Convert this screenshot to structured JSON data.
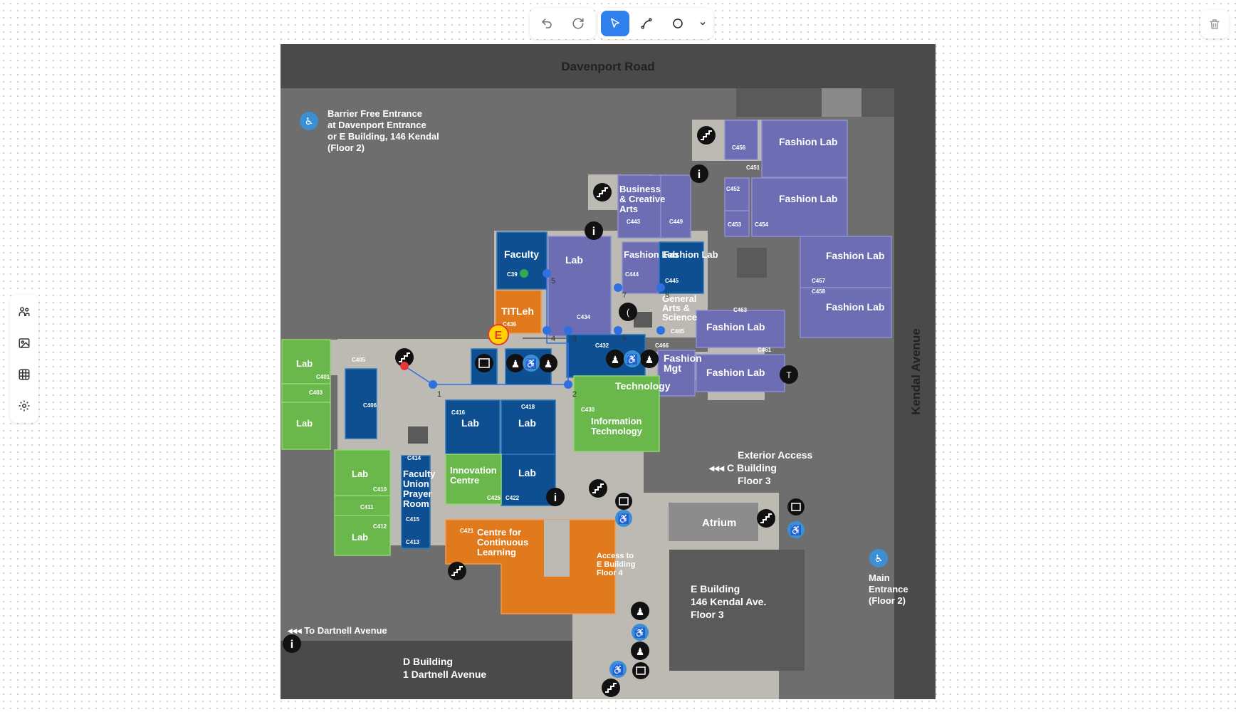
{
  "toolbar": {
    "undo": "undo-icon",
    "redo": "redo-icon",
    "select": "pointer-icon",
    "path": "path-icon",
    "shape": "circle-icon",
    "dropdown": "chevron-down-icon",
    "trash": "trash-icon"
  },
  "sidebar": {
    "items": [
      "people-icon",
      "image-icon",
      "grid-icon",
      "settings-icon"
    ]
  },
  "colors": {
    "accent": "#2f80ed",
    "fashion": "#6c6db3",
    "lab_blue": "#0d4f91",
    "lab_green": "#6ab84b",
    "orange": "#e07a1d",
    "corridor": "#bdbab4",
    "exterior": "#6e6e6e",
    "road": "#4a4a4a"
  },
  "map": {
    "road_top": "Davenport Road",
    "road_right": "Kendal Avenue",
    "barrier_free": [
      "Barrier Free Entrance",
      "at Davenport Entrance",
      "or E Building, 146 Kendal",
      "(Floor 2)"
    ],
    "exterior_access": [
      "Exterior Access",
      "C Building",
      "Floor 3"
    ],
    "access_e": [
      "Access to",
      "E Building",
      "Floor 4"
    ],
    "main_entrance": [
      "Main",
      "Entrance",
      "(Floor 2)"
    ],
    "to_dartnell": "To Dartnell Avenue",
    "d_building": [
      "D Building",
      "1 Dartnell Avenue"
    ],
    "e_building": [
      "E Building",
      "146 Kendal Ave.",
      "Floor 3"
    ],
    "atrium": "Atrium",
    "rooms": {
      "fashion_lab": "Fashion Lab",
      "faculty": "Faculty",
      "lab": "Lab",
      "titleh": "TITLeh",
      "business": [
        "Business",
        "& Creative",
        "Arts"
      ],
      "fashion_mgt": [
        "Fashion",
        "Mgt"
      ],
      "technology": "Technology",
      "general_arts": [
        "General",
        "Arts &",
        "Science"
      ],
      "info_tech": [
        "Information",
        "Technology"
      ],
      "innovation": [
        "Innovation",
        "Centre"
      ],
      "faculty_union": [
        "Faculty",
        "Union",
        "Prayer",
        "Room"
      ],
      "continuous": [
        "Centre for",
        "Continuous",
        "Learning"
      ]
    },
    "room_codes": [
      "C456",
      "C451",
      "C452",
      "C453",
      "C454",
      "C443",
      "C449",
      "C444",
      "C445",
      "C457",
      "C458",
      "C463",
      "C465",
      "C461",
      "C466",
      "C432",
      "C434",
      "C436",
      "C405",
      "C401",
      "C403",
      "C406",
      "C416",
      "C418",
      "C430",
      "C414",
      "C410",
      "C411",
      "C412",
      "C415",
      "C413",
      "C421",
      "C426",
      "C422",
      "C39"
    ],
    "marker_label": "E",
    "path_point_labels": [
      "1",
      "2",
      "3",
      "4",
      "5",
      "6",
      "7",
      "8"
    ]
  }
}
